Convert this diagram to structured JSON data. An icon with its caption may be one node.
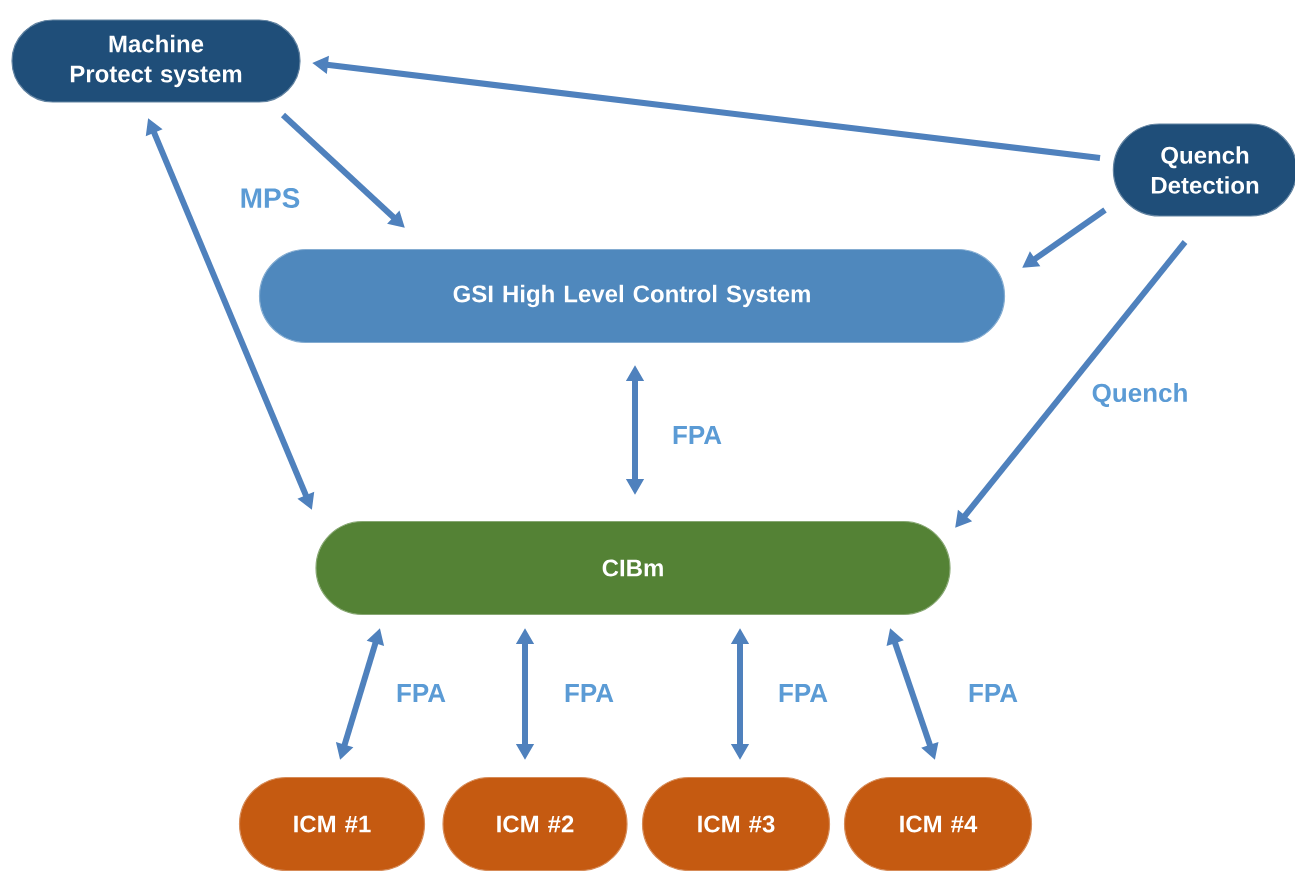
{
  "diagram": {
    "nodes": [
      {
        "text": [
          "Machine Protect system"
        ]
      },
      {
        "text": [
          "Quench Detection"
        ]
      },
      {
        "text": [
          "GSI High Level Control System"
        ]
      },
      {
        "text": [
          "CIBm"
        ]
      },
      {
        "text": [
          "ICM #1"
        ]
      },
      {
        "text": [
          "ICM #2"
        ]
      },
      {
        "text": [
          "ICM #3"
        ]
      },
      {
        "text": [
          "ICM #4"
        ]
      }
    ],
    "edges": [
      {
        "from": 1,
        "to": 0,
        "arrow": "to"
      },
      {
        "from": 0,
        "to": 2,
        "arrow": "to"
      },
      {
        "from": 1,
        "to": 2,
        "arrow": "to"
      },
      {
        "from": 1,
        "to": 3,
        "arrow": "to",
        "label": "Quench"
      },
      {
        "from": 0,
        "to": 3,
        "arrow": "both"
      },
      {
        "from": 2,
        "to": 3,
        "arrow": "both",
        "label": "FPA"
      },
      {
        "from": 3,
        "to": 4,
        "arrow": "both",
        "label": "FPA"
      },
      {
        "from": 3,
        "to": 5,
        "arrow": "both",
        "label": "FPA"
      },
      {
        "from": 3,
        "to": 6,
        "arrow": "both",
        "label": "FPA"
      },
      {
        "from": 3,
        "to": 7,
        "arrow": "both",
        "label": "FPA"
      }
    ],
    "labels": [
      "MPS"
    ]
  }
}
